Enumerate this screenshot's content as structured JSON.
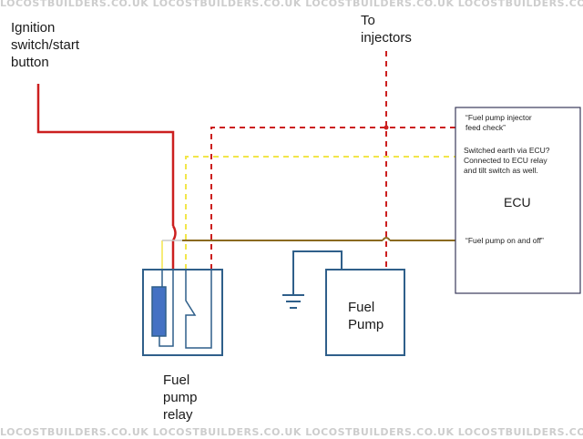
{
  "watermark": "LOCOSTBUILDERS.CO.UK  LOCOSTBUILDERS.CO.UK  LOCOSTBUILDERS.CO.UK  LOCOSTBUILDERS.CO.UK  LOCOSTBUILDERS.CO.UK  LOCOSTBUILDERS.CO.UK",
  "labels": {
    "ignition": "Ignition\nswitch/start\nbutton",
    "injectors": "To\ninjectors",
    "relay": "Fuel\npump\nrelay",
    "pump": "Fuel\nPump",
    "ecu": "ECU",
    "injector_check": "“Fuel pump injector\nfeed check”",
    "switched_earth": "Switched earth via ECU?\nConnected to ECU relay\nand tilt switch as well.",
    "pump_on_off": "“Fuel pump on and off”"
  },
  "colors": {
    "red_wire": "#cc1f1f",
    "yellow_wire": "#f2e64a",
    "brown_wire": "#8a6a1f",
    "grey_wire": "#c8c8c8",
    "box_outline": "#2f5f8a",
    "ecu_outline": "#3a3a5a",
    "coil_fill": "#4472c4"
  }
}
